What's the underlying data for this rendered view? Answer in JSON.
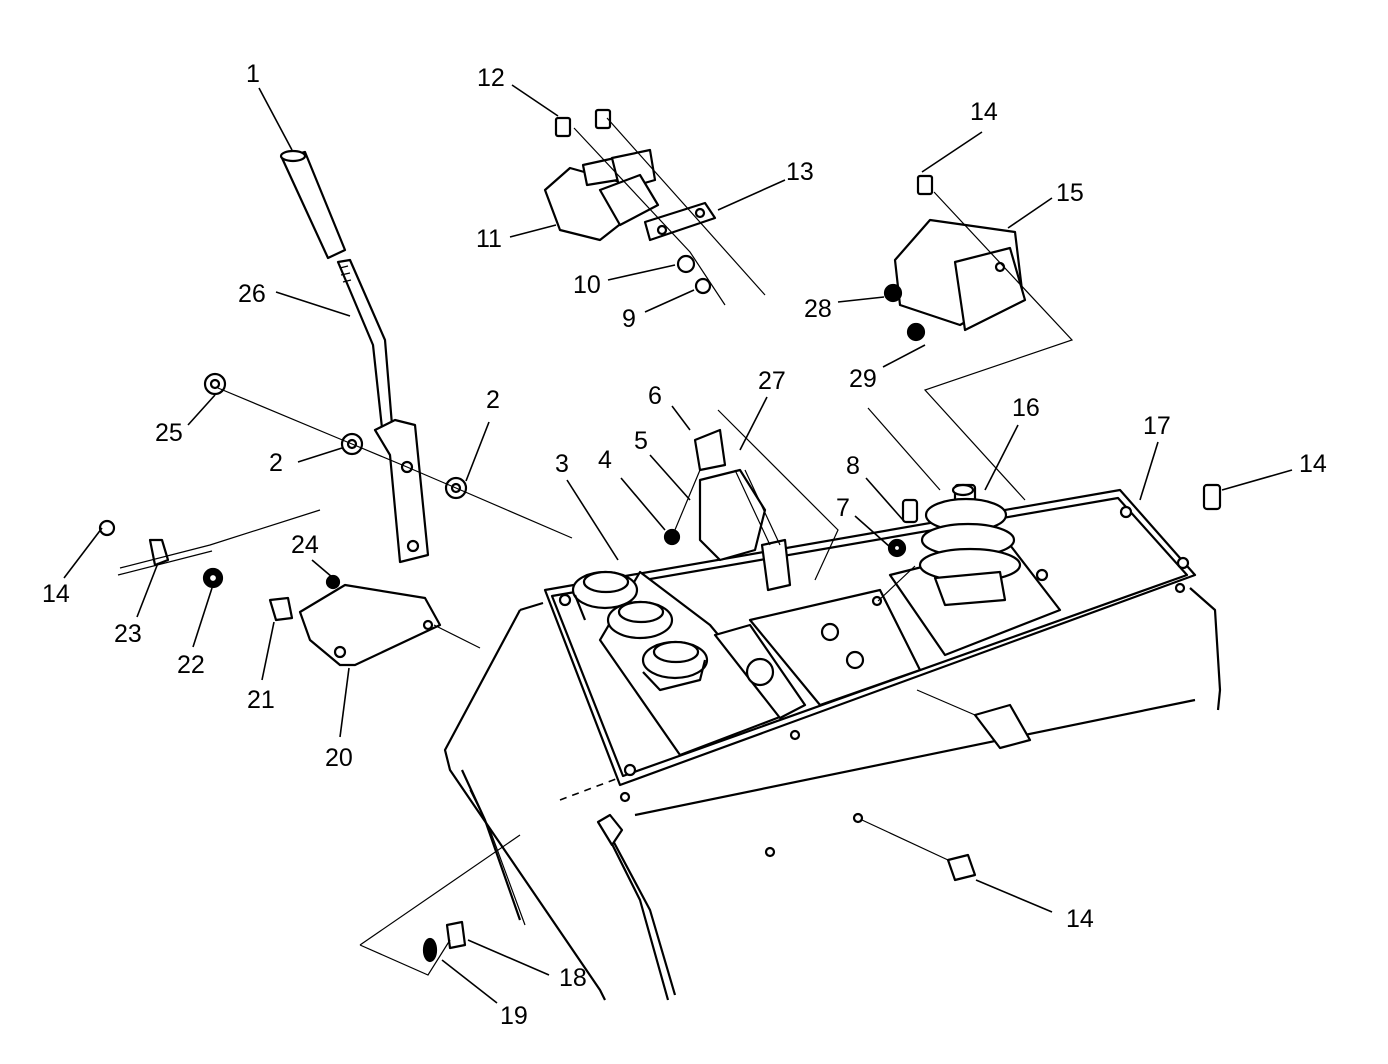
{
  "callouts": [
    {
      "id": "c1",
      "label": "1"
    },
    {
      "id": "c26",
      "label": "26"
    },
    {
      "id": "c25",
      "label": "25"
    },
    {
      "id": "c2a",
      "label": "2"
    },
    {
      "id": "c2b",
      "label": "2"
    },
    {
      "id": "c14a",
      "label": "14"
    },
    {
      "id": "c23",
      "label": "23"
    },
    {
      "id": "c22",
      "label": "22"
    },
    {
      "id": "c24",
      "label": "24"
    },
    {
      "id": "c21",
      "label": "21"
    },
    {
      "id": "c20",
      "label": "20"
    },
    {
      "id": "c12",
      "label": "12"
    },
    {
      "id": "c11",
      "label": "11"
    },
    {
      "id": "c13",
      "label": "13"
    },
    {
      "id": "c10",
      "label": "10"
    },
    {
      "id": "c9",
      "label": "9"
    },
    {
      "id": "c14b",
      "label": "14"
    },
    {
      "id": "c15",
      "label": "15"
    },
    {
      "id": "c28",
      "label": "28"
    },
    {
      "id": "c29",
      "label": "29"
    },
    {
      "id": "c6",
      "label": "6"
    },
    {
      "id": "c27",
      "label": "27"
    },
    {
      "id": "c5",
      "label": "5"
    },
    {
      "id": "c4",
      "label": "4"
    },
    {
      "id": "c3",
      "label": "3"
    },
    {
      "id": "c8",
      "label": "8"
    },
    {
      "id": "c7",
      "label": "7"
    },
    {
      "id": "c16",
      "label": "16"
    },
    {
      "id": "c17",
      "label": "17"
    },
    {
      "id": "c14c",
      "label": "14"
    },
    {
      "id": "c14d",
      "label": "14"
    },
    {
      "id": "c18",
      "label": "18"
    },
    {
      "id": "c19",
      "label": "19"
    }
  ]
}
